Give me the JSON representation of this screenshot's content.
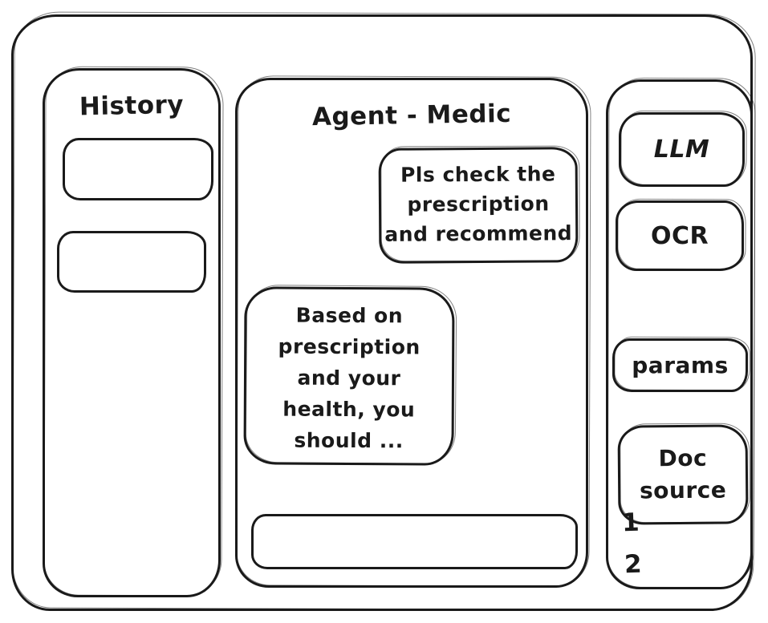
{
  "colors": {
    "stroke": "#1a1a1a",
    "background": "#ffffff"
  },
  "history_panel": {
    "title": "History",
    "items": [
      {
        "label": ""
      },
      {
        "label": ""
      }
    ]
  },
  "chat_panel": {
    "title": "Agent - Medic",
    "messages": [
      {
        "role": "user",
        "text": "Pls check the prescription and recommend",
        "lines": [
          "Pls check the",
          "prescription",
          "and recommend"
        ]
      },
      {
        "role": "assistant",
        "text": "Based on prescription and your health, you should ...",
        "lines": [
          "Based on",
          "prescription",
          "and your",
          "health, you",
          "should ..."
        ]
      }
    ],
    "input": {
      "value": "",
      "placeholder": ""
    }
  },
  "tools_panel": {
    "buttons": [
      {
        "id": "llm",
        "label": "LLM"
      },
      {
        "id": "ocr",
        "label": "OCR"
      },
      {
        "id": "params",
        "label": "params"
      },
      {
        "id": "doc-source",
        "label": "Doc source",
        "lines": [
          "Doc",
          "source"
        ]
      }
    ],
    "annotations": [
      "1",
      "2"
    ]
  }
}
